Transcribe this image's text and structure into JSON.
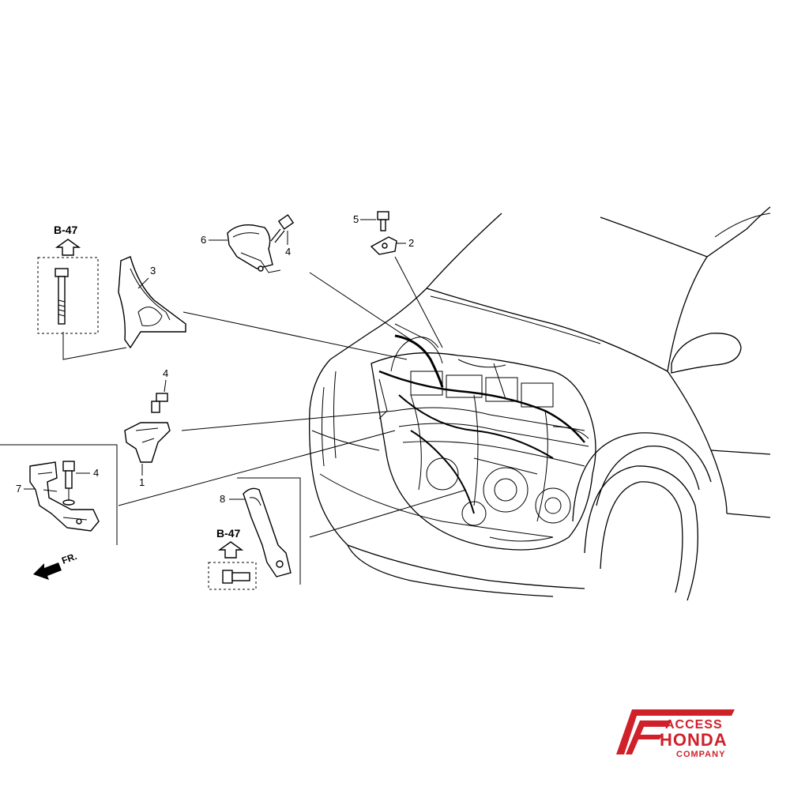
{
  "callouts": {
    "c1": "1",
    "c2": "2",
    "c3": "3",
    "c4a": "4",
    "c4b": "4",
    "c4c": "4",
    "c5": "5",
    "c6": "6",
    "c7": "7",
    "c8": "8"
  },
  "references": {
    "ref_top": "B-47",
    "ref_bottom": "B-47"
  },
  "direction": {
    "label": "FR."
  },
  "logo": {
    "line1": "ACCESS",
    "line2": "HONDA",
    "line3": "COMPANY",
    "color": "#d0202a"
  }
}
